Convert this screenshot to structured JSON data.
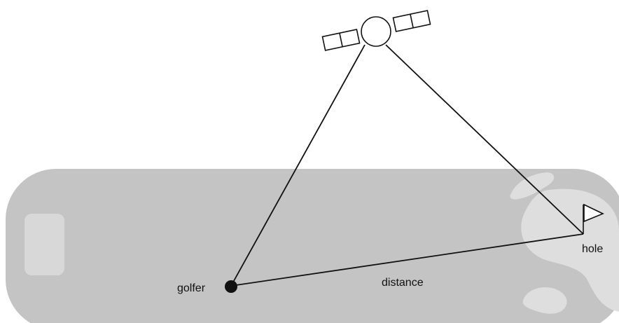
{
  "diagram": {
    "labels": {
      "golfer": "golfer",
      "distance": "distance",
      "hole": "hole"
    },
    "icons": {
      "satellite": "satellite-icon",
      "golfer": "golfer-marker-icon",
      "flag": "flag-icon"
    },
    "colors": {
      "fairway": "#c4c4c4",
      "green": "#dedede",
      "tee_box": "#d8d8d8",
      "line": "#111111",
      "satellite_fill": "#ffffff"
    }
  }
}
